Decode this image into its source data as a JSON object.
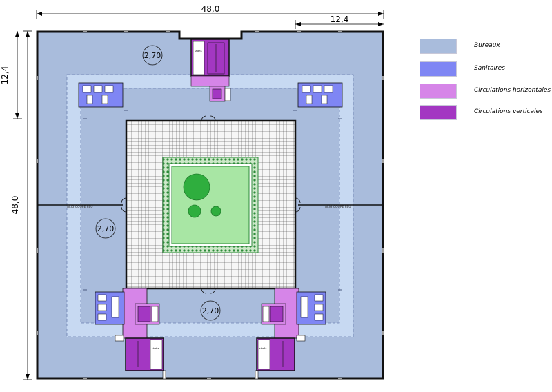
{
  "dimensions": {
    "top_total": "48,0",
    "top_partial": "12,4",
    "left_total": "48,0",
    "left_partial": "12,4"
  },
  "ceiling_heights": [
    "2,70",
    "2,70",
    "2,70"
  ],
  "fire_door_labels": [
    "ALIG COUPE FEU",
    "ALIG COUPE FEU"
  ],
  "shaft_labels": [
    "shafts",
    "shafts",
    "shafts"
  ],
  "legend": [
    {
      "label": "Bureaux",
      "color": "#a9bcdc"
    },
    {
      "label": "Sanitaires",
      "color": "#7f86f4"
    },
    {
      "label": "Circulations horizontales",
      "color": "#d685e8"
    },
    {
      "label": "Circulations verticales",
      "color": "#a337c2"
    }
  ],
  "colors": {
    "offices": "#a9bcdc",
    "sanitary": "#7f86f4",
    "horizontal_circulation": "#d685e8",
    "vertical_circulation": "#a337c2",
    "corridor": "#c7d9f2",
    "atrium_grid": "#f2f2f2",
    "garden": "#a8e6a4",
    "garden_border": "#2d8a3a",
    "tree": "#2fae3e"
  }
}
